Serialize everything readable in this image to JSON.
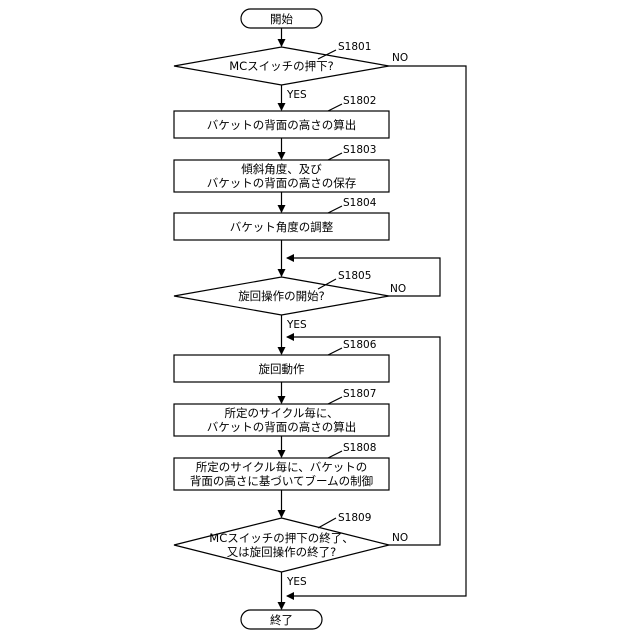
{
  "flowchart": {
    "start": "開始",
    "end": "終了",
    "steps": {
      "s1801": {
        "id": "S1801",
        "text": [
          "MCスイッチの押下?"
        ]
      },
      "s1802": {
        "id": "S1802",
        "text": [
          "バケットの背面の高さの算出"
        ]
      },
      "s1803": {
        "id": "S1803",
        "text": [
          "傾斜角度、及び",
          "バケットの背面の高さの保存"
        ]
      },
      "s1804": {
        "id": "S1804",
        "text": [
          "バケット角度の調整"
        ]
      },
      "s1805": {
        "id": "S1805",
        "text": [
          "旋回操作の開始?"
        ]
      },
      "s1806": {
        "id": "S1806",
        "text": [
          "旋回動作"
        ]
      },
      "s1807": {
        "id": "S1807",
        "text": [
          "所定のサイクル毎に、",
          "バケットの背面の高さの算出"
        ]
      },
      "s1808": {
        "id": "S1808",
        "text": [
          "所定のサイクル毎に、バケットの",
          "背面の高さに基づいてブームの制御"
        ]
      },
      "s1809": {
        "id": "S1809",
        "text": [
          "MCスイッチの押下の終了、",
          "又は旋回操作の終了?"
        ]
      }
    },
    "yes_label": "YES",
    "no_label": "NO"
  }
}
